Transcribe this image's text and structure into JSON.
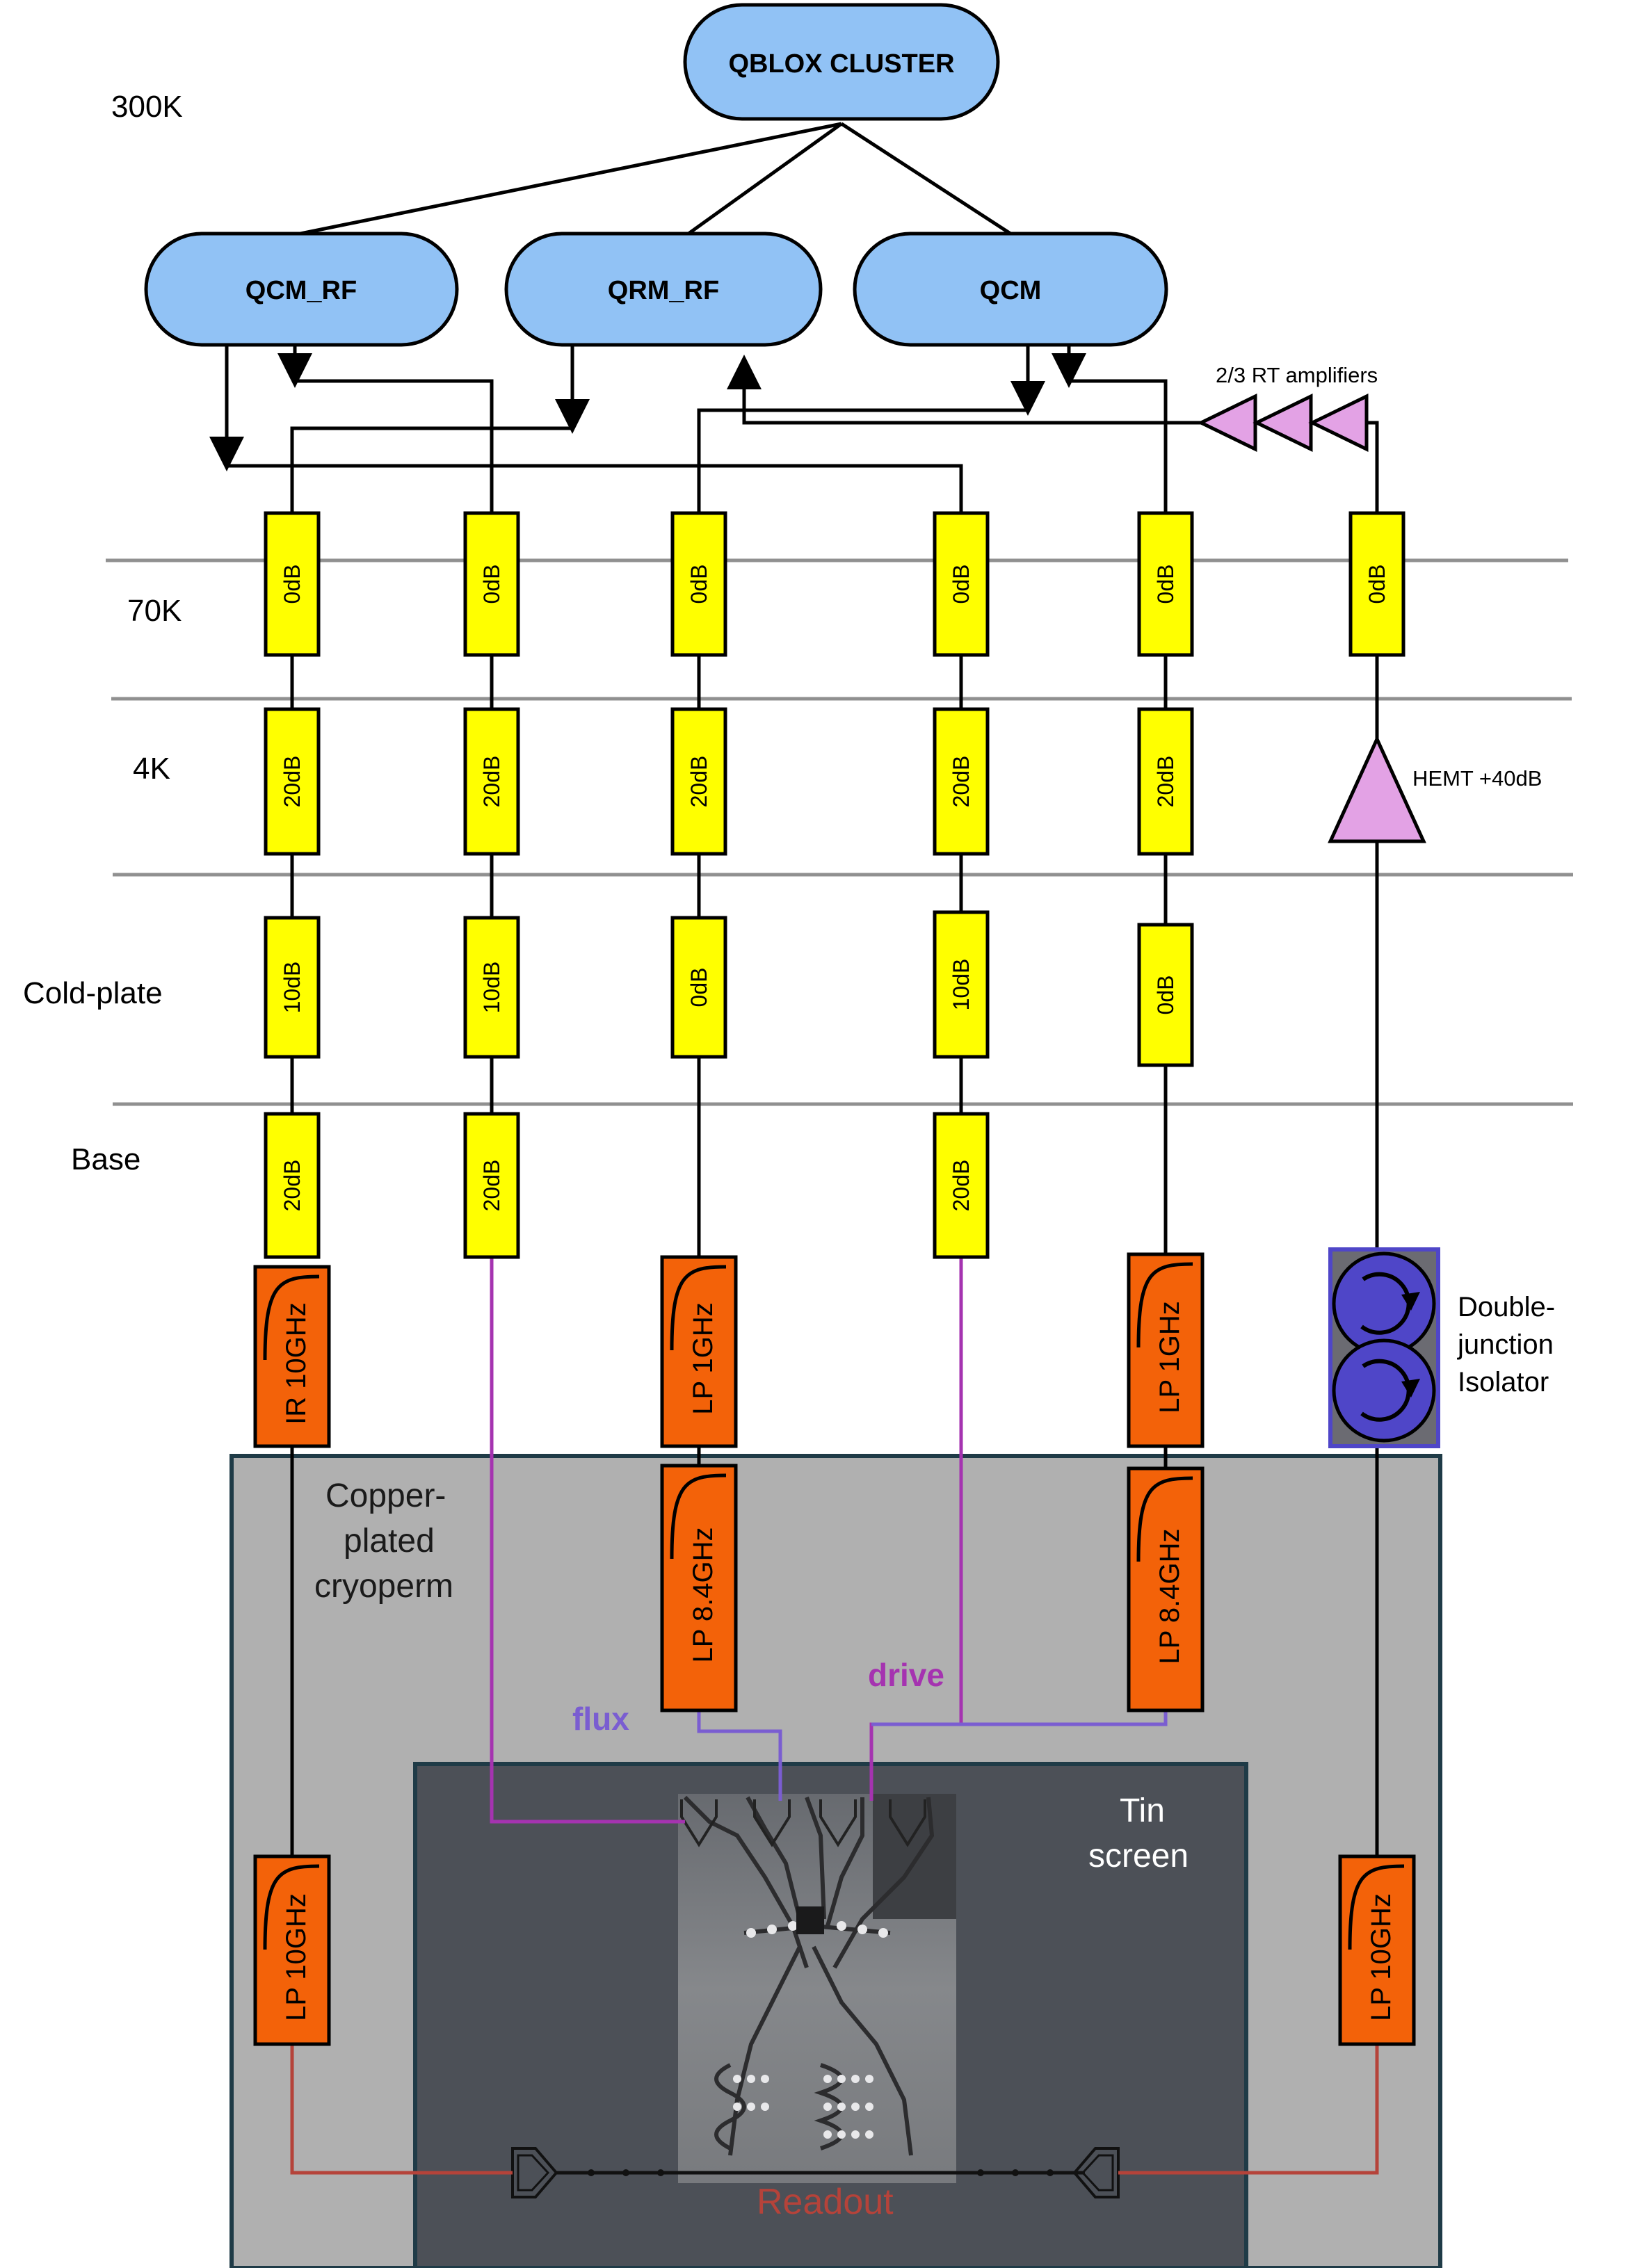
{
  "modules": {
    "cluster": "QBLOX CLUSTER",
    "qcm_rf": "QCM_RF",
    "qrm_rf": "QRM_RF",
    "qcm": "QCM"
  },
  "stages": {
    "t300": "300K",
    "t70": "70K",
    "t4": "4K",
    "coldplate": "Cold-plate",
    "base": "Base"
  },
  "attenuators": {
    "c1": [
      "0dB",
      "20dB",
      "10dB",
      "20dB"
    ],
    "c2": [
      "0dB",
      "20dB",
      "10dB",
      "20dB"
    ],
    "c3": [
      "0dB",
      "20dB",
      "0dB"
    ],
    "c4": [
      "0dB",
      "20dB",
      "10dB",
      "20dB"
    ],
    "c5": [
      "0dB",
      "20dB",
      "0dB"
    ],
    "c6": [
      "0dB"
    ]
  },
  "filters": {
    "ir10": "IR 10GHz",
    "lp1a": "LP 1GHz",
    "lp1b": "LP 1GHz",
    "lp84a": "LP 8.4GHz",
    "lp84b": "LP 8.4GHz",
    "lp10a": "LP 10GHz",
    "lp10b": "LP 10GHz"
  },
  "labels": {
    "rt_amps": "2/3 RT amplifiers",
    "hemt": "HEMT +40dB",
    "isolator": [
      "Double-",
      "junction",
      "Isolator"
    ],
    "copper": [
      "Copper-",
      "plated",
      "cryoperm"
    ],
    "tin": [
      "Tin",
      "screen"
    ],
    "flux": "flux",
    "drive": "drive",
    "readout": "Readout"
  },
  "colors": {
    "module_fill": "#91c2f5",
    "attenuator_fill": "#ffff00",
    "filter_fill": "#f36209",
    "amp_fill": "#e3a2e5",
    "isolator_fill": "#4f46c8",
    "shield_fill": "#b0b0b0",
    "tin_fill": "#4c5057",
    "flux_line": "#7a5dd1",
    "drive_line": "#a533b0",
    "readout_line": "#b5433a"
  }
}
